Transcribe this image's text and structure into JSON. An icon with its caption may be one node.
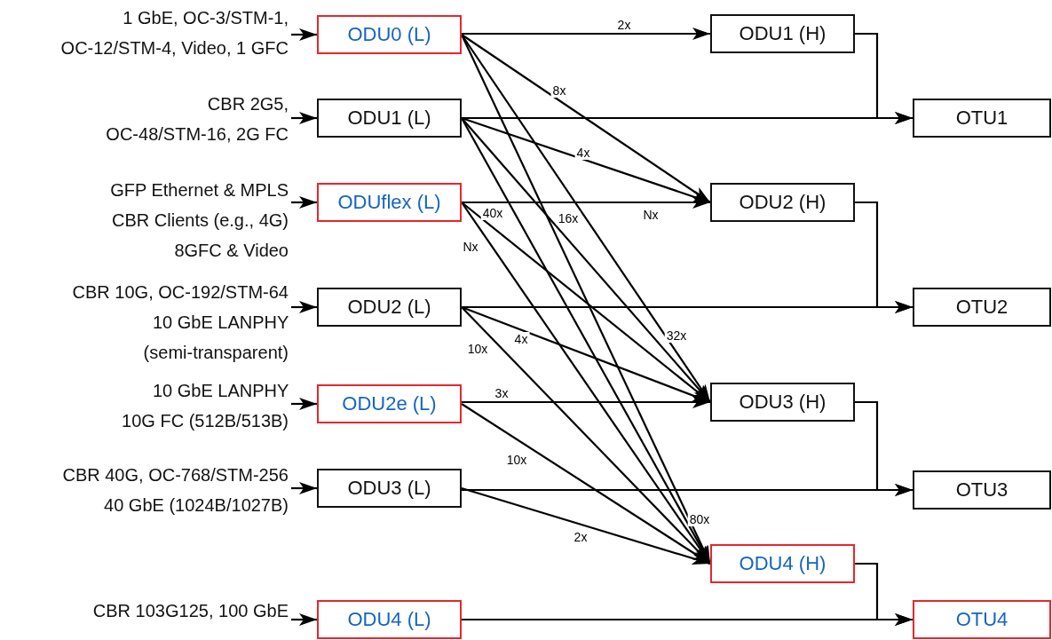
{
  "diagram": {
    "nodes": [
      {
        "text": [
          "1 GbE, OC-3/STM-1, OC-12/STM-4, Video, 1 GFC"
        ]
      },
      {
        "text": [
          "ODU0 (L)"
        ]
      },
      {
        "text": [
          "ODU1 (H)"
        ]
      },
      {
        "text": [
          "CBR 2G5, OC-48/STM-16, 2G FC"
        ]
      },
      {
        "text": [
          "ODU1 (L)"
        ]
      },
      {
        "text": [
          "OTU1"
        ]
      },
      {
        "text": [
          "GFP Ethernet & MPLS CBR Clients (e.g., 4G) 8GFC & Video"
        ]
      },
      {
        "text": [
          "ODUflex (L)"
        ]
      },
      {
        "text": [
          "ODU2 (H)"
        ]
      },
      {
        "text": [
          "CBR 10G, OC-192/STM-64 10 GbE LANPHY (semi-transparent)"
        ]
      },
      {
        "text": [
          "ODU2 (L)"
        ]
      },
      {
        "text": [
          "OTU2"
        ]
      },
      {
        "text": [
          "10 GbE LANPHY 10G FC (512B/513B)"
        ]
      },
      {
        "text": [
          "ODU2e (L)"
        ]
      },
      {
        "text": [
          "ODU3 (H)"
        ]
      },
      {
        "text": [
          "CBR 40G, OC-768/STM-256 40 GbE (1024B/1027B)"
        ]
      },
      {
        "text": [
          "ODU3 (L)"
        ]
      },
      {
        "text": [
          "OTU3"
        ]
      },
      {
        "text": [
          "ODU4 (H)"
        ]
      },
      {
        "text": [
          "CBR 103G125, 100 GbE"
        ]
      },
      {
        "text": [
          "ODU4 (L)"
        ]
      },
      {
        "text": [
          "OTU4"
        ]
      }
    ],
    "edges": [
      {
        "from": 0,
        "to": 1,
        "arrow": "to"
      },
      {
        "from": 1,
        "to": 2,
        "arrow": "to",
        "label": "2x"
      },
      {
        "from": 1,
        "to": 8,
        "arrow": "to",
        "label": "8x"
      },
      {
        "from": 1,
        "to": 14,
        "arrow": "to",
        "label": "32x"
      },
      {
        "from": 1,
        "to": 18,
        "arrow": "to",
        "label": "80x"
      },
      {
        "from": 2,
        "to": 5,
        "arrow": "to"
      },
      {
        "from": 3,
        "to": 4,
        "arrow": "to"
      },
      {
        "from": 4,
        "to": 5,
        "arrow": "to"
      },
      {
        "from": 4,
        "to": 8,
        "arrow": "to",
        "label": "4x"
      },
      {
        "from": 4,
        "to": 14,
        "arrow": "to",
        "label": "16x"
      },
      {
        "from": 4,
        "to": 18,
        "arrow": "to",
        "label": "40x"
      },
      {
        "from": 6,
        "to": 7,
        "arrow": "to"
      },
      {
        "from": 7,
        "to": 8,
        "arrow": "to",
        "label": "Nx"
      },
      {
        "from": 7,
        "to": 14,
        "arrow": "to"
      },
      {
        "from": 7,
        "to": 18,
        "arrow": "to",
        "label": "Nx"
      },
      {
        "from": 8,
        "to": 11,
        "arrow": "to"
      },
      {
        "from": 9,
        "to": 10,
        "arrow": "to"
      },
      {
        "from": 10,
        "to": 11,
        "arrow": "to"
      },
      {
        "from": 10,
        "to": 14,
        "arrow": "to",
        "label": "4x"
      },
      {
        "from": 10,
        "to": 18,
        "arrow": "to",
        "label": "10x"
      },
      {
        "from": 12,
        "to": 13,
        "arrow": "to"
      },
      {
        "from": 13,
        "to": 14,
        "arrow": "to",
        "label": "3x"
      },
      {
        "from": 13,
        "to": 18,
        "arrow": "to",
        "label": "10x"
      },
      {
        "from": 14,
        "to": 17,
        "arrow": "to"
      },
      {
        "from": 15,
        "to": 16,
        "arrow": "to"
      },
      {
        "from": 16,
        "to": 17,
        "arrow": "to"
      },
      {
        "from": 16,
        "to": 18,
        "arrow": "to",
        "label": "2x"
      },
      {
        "from": 18,
        "to": 21,
        "arrow": "to"
      },
      {
        "from": 19,
        "to": 20,
        "arrow": "to"
      },
      {
        "from": 20,
        "to": 21,
        "arrow": "to"
      }
    ]
  }
}
